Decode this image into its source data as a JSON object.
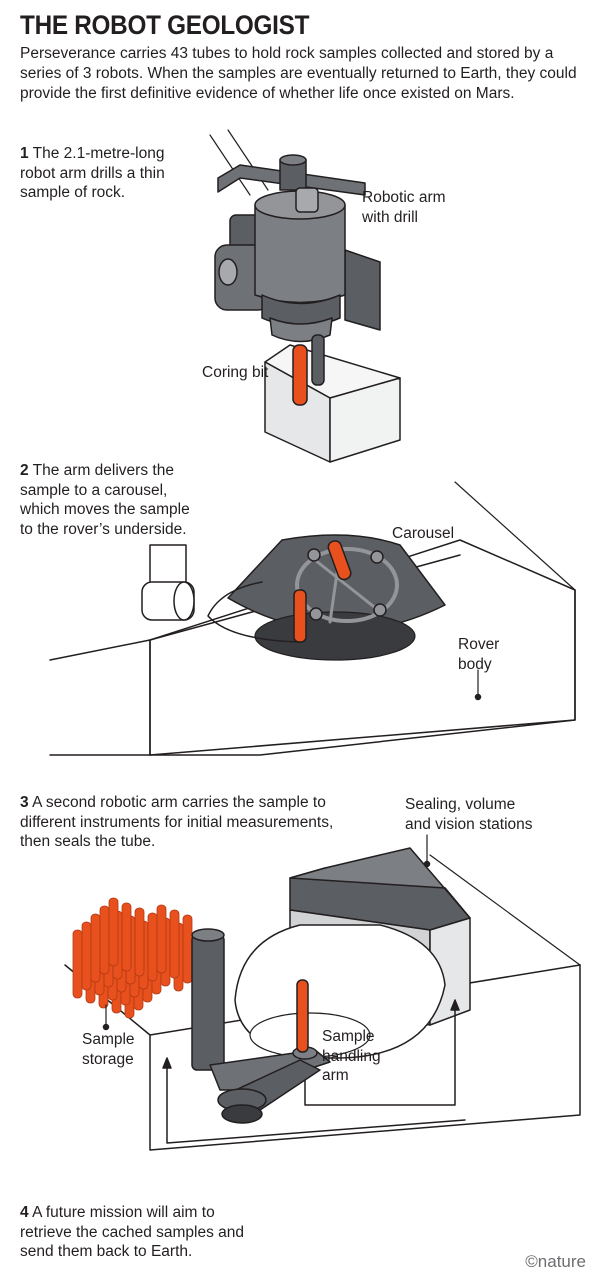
{
  "header": {
    "title": "THE ROBOT GEOLOGIST",
    "intro": "Perseverance carries 43 tubes to hold rock samples collected and stored by a series of 3 robots. When the samples are eventually returned to Earth, they could provide the first definitive evidence of whether life once existed on Mars."
  },
  "steps": [
    {
      "num": "1",
      "text": "The 2.1-metre-long robot arm drills a thin sample of rock."
    },
    {
      "num": "2",
      "text": "The arm delivers the sample to a carousel, which moves the sample to the rover’s underside."
    },
    {
      "num": "3",
      "text": "A second robotic arm carries the sample to different instruments for initial measurements, then seals the tube."
    },
    {
      "num": "4",
      "text": "A future mission will aim to retrieve the cached samples and send them back to Earth."
    }
  ],
  "labels": {
    "robotic_arm_line1": "Robotic arm",
    "robotic_arm_line2": "with drill",
    "coring_bit": "Coring bit",
    "carousel": "Carousel",
    "rover_line1": "Rover",
    "rover_line2": "body",
    "stations_line1": "Sealing, volume",
    "stations_line2": "and vision stations",
    "storage_line1": "Sample",
    "storage_line2": "storage",
    "handling_line1": "Sample",
    "handling_line2": "handling",
    "handling_line3": "arm"
  },
  "credit": "©nature",
  "colors": {
    "sample_orange": "#e8501e",
    "metal_dark": "#5b5e63",
    "metal_mid": "#7c7f84",
    "metal_light": "#a7a9ac",
    "outline": "#231f20"
  }
}
